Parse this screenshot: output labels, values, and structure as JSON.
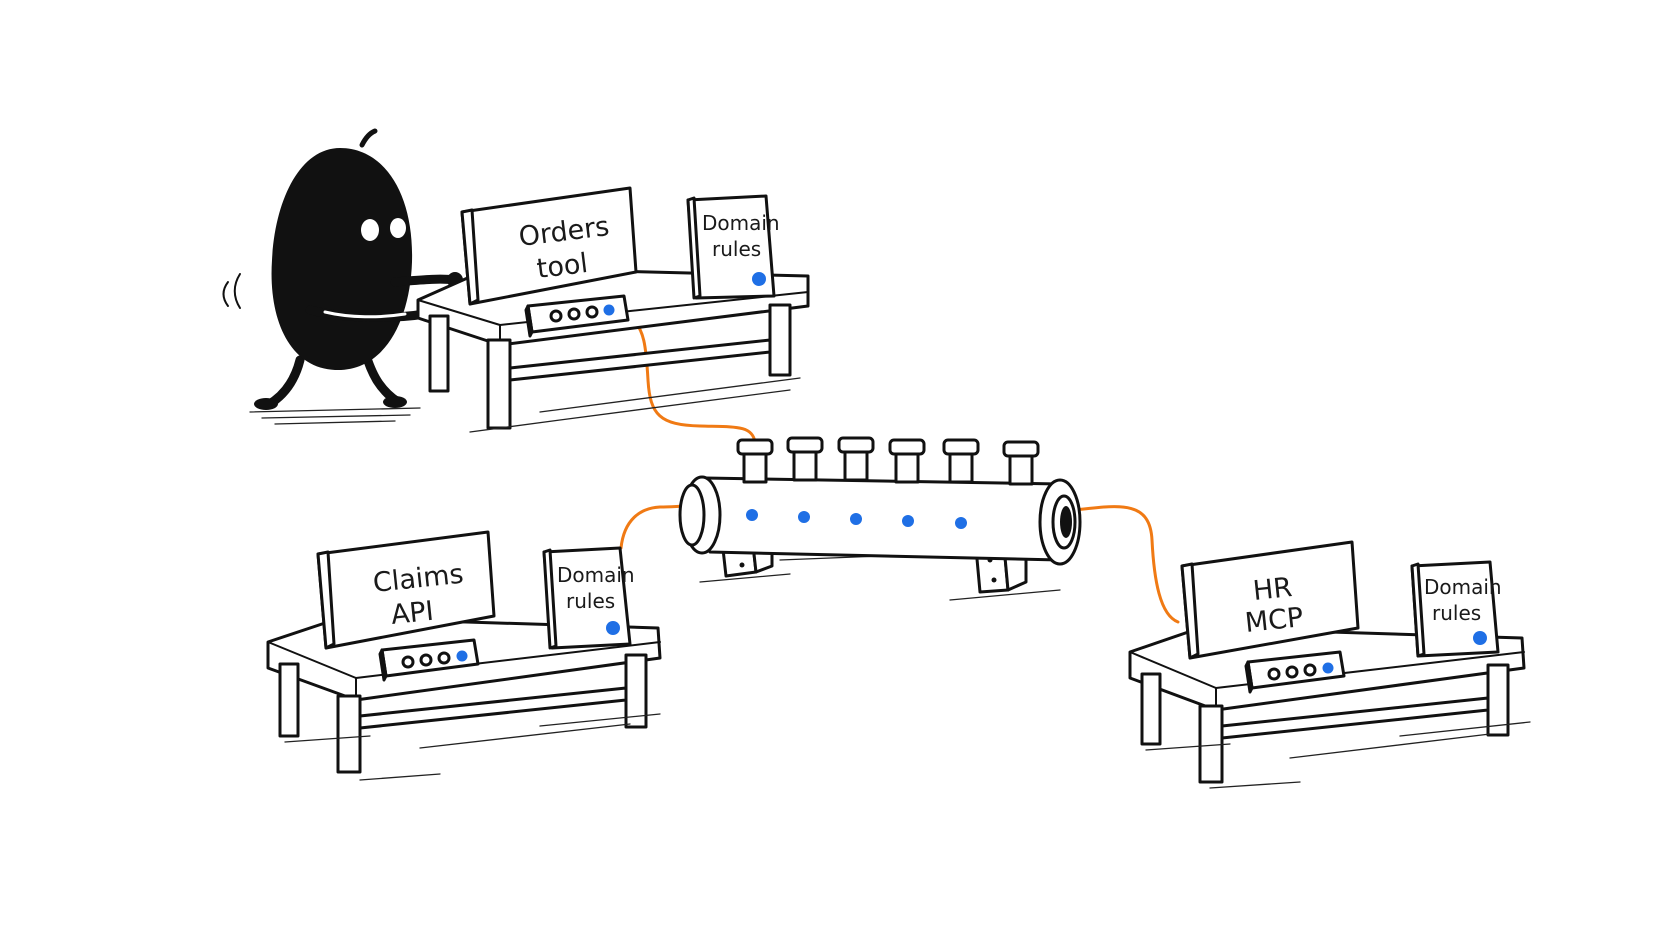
{
  "colors": {
    "wire": "#f07a14",
    "led": "#1f6fe5",
    "ink": "#111111",
    "paper": "#ffffff"
  },
  "stations": [
    {
      "id": "orders",
      "title_line1": "Orders",
      "title_line2": "tool",
      "rules_line1": "Domain",
      "rules_line2": "rules"
    },
    {
      "id": "claims",
      "title_line1": "Claims",
      "title_line2": "API",
      "rules_line1": "Domain",
      "rules_line2": "rules"
    },
    {
      "id": "hr",
      "title_line1": "HR",
      "title_line2": "MCP",
      "rules_line1": "Domain",
      "rules_line2": "rules"
    }
  ],
  "bus": {
    "ports": 6,
    "lights": 5
  },
  "icons": {
    "character": "black-blob-character-icon",
    "bus": "pipe-bus-icon",
    "connector": "port-box-icon"
  }
}
